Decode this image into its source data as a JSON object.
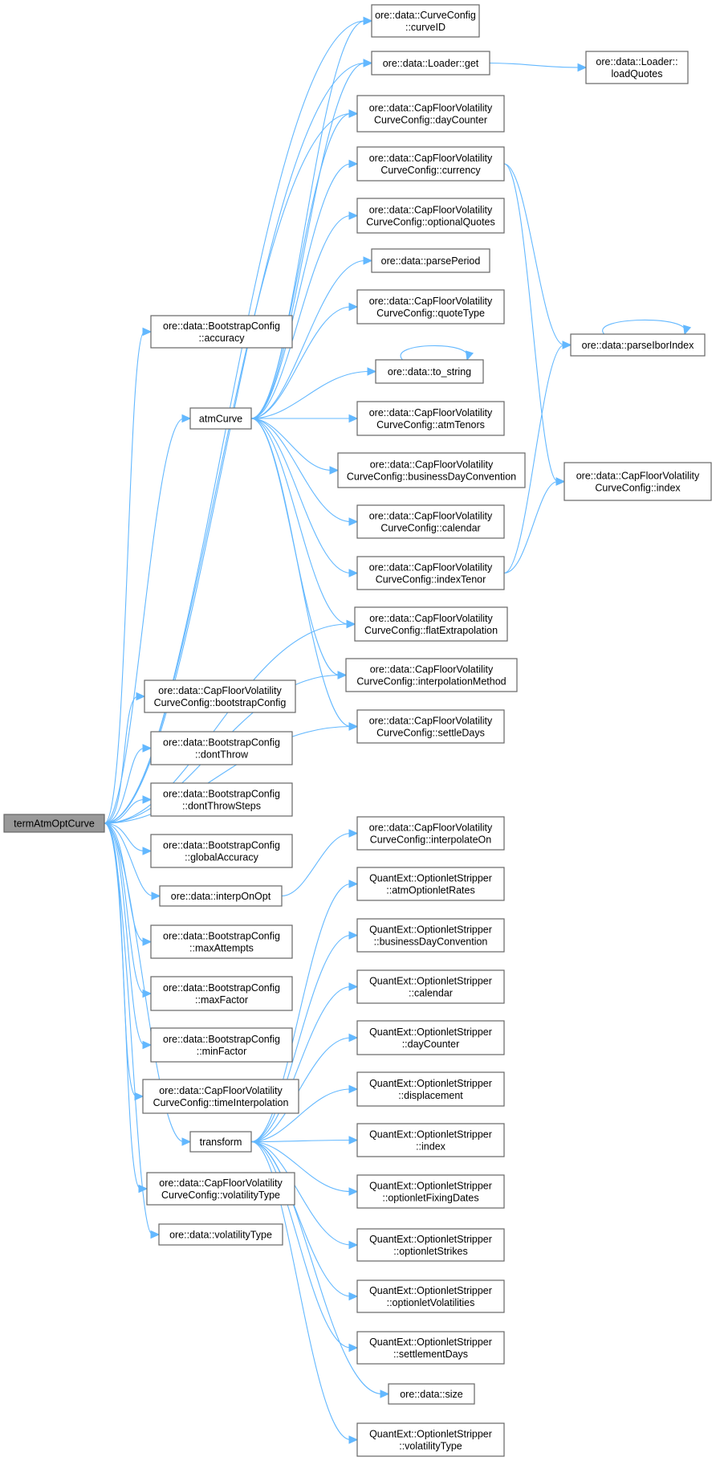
{
  "diagram": {
    "type": "call-graph",
    "edge_color": "#63b8ff",
    "root_fill": "#999999",
    "node_border": "#666666",
    "nodes": [
      {
        "id": "termAtmOptCurve",
        "lines": [
          "termAtmOptCurve"
        ],
        "root": true
      },
      {
        "id": "atmCurve",
        "lines": [
          "atmCurve"
        ]
      },
      {
        "id": "transform",
        "lines": [
          "transform"
        ]
      },
      {
        "id": "bc_accuracy",
        "lines": [
          "ore::data::BootstrapConfig",
          "::accuracy"
        ]
      },
      {
        "id": "cfvc_bootstrapConfig",
        "lines": [
          "ore::data::CapFloorVolatility",
          "CurveConfig::bootstrapConfig"
        ]
      },
      {
        "id": "bc_dontThrow",
        "lines": [
          "ore::data::BootstrapConfig",
          "::dontThrow"
        ]
      },
      {
        "id": "bc_dontThrowSteps",
        "lines": [
          "ore::data::BootstrapConfig",
          "::dontThrowSteps"
        ]
      },
      {
        "id": "bc_globalAccuracy",
        "lines": [
          "ore::data::BootstrapConfig",
          "::globalAccuracy"
        ]
      },
      {
        "id": "interpOnOpt",
        "lines": [
          "ore::data::interpOnOpt"
        ]
      },
      {
        "id": "bc_maxAttempts",
        "lines": [
          "ore::data::BootstrapConfig",
          "::maxAttempts"
        ]
      },
      {
        "id": "bc_maxFactor",
        "lines": [
          "ore::data::BootstrapConfig",
          "::maxFactor"
        ]
      },
      {
        "id": "bc_minFactor",
        "lines": [
          "ore::data::BootstrapConfig",
          "::minFactor"
        ]
      },
      {
        "id": "cfvc_timeInterpolation",
        "lines": [
          "ore::data::CapFloorVolatility",
          "CurveConfig::timeInterpolation"
        ]
      },
      {
        "id": "cfvc_volatilityType",
        "lines": [
          "ore::data::CapFloorVolatility",
          "CurveConfig::volatilityType"
        ]
      },
      {
        "id": "volatilityType",
        "lines": [
          "ore::data::volatilityType"
        ]
      },
      {
        "id": "cc_curveID",
        "lines": [
          "ore::data::CurveConfig",
          "::curveID"
        ]
      },
      {
        "id": "loader_get",
        "lines": [
          "ore::data::Loader::get"
        ]
      },
      {
        "id": "loader_loadQuotes",
        "lines": [
          "ore::data::Loader::",
          "loadQuotes"
        ]
      },
      {
        "id": "cfvc_dayCounter",
        "lines": [
          "ore::data::CapFloorVolatility",
          "CurveConfig::dayCounter"
        ]
      },
      {
        "id": "cfvc_currency",
        "lines": [
          "ore::data::CapFloorVolatility",
          "CurveConfig::currency"
        ]
      },
      {
        "id": "cfvc_optionalQuotes",
        "lines": [
          "ore::data::CapFloorVolatility",
          "CurveConfig::optionalQuotes"
        ]
      },
      {
        "id": "parsePeriod",
        "lines": [
          "ore::data::parsePeriod"
        ]
      },
      {
        "id": "cfvc_quoteType",
        "lines": [
          "ore::data::CapFloorVolatility",
          "CurveConfig::quoteType"
        ]
      },
      {
        "id": "to_string",
        "lines": [
          "ore::data::to_string"
        ]
      },
      {
        "id": "cfvc_atmTenors",
        "lines": [
          "ore::data::CapFloorVolatility",
          "CurveConfig::atmTenors"
        ]
      },
      {
        "id": "cfvc_businessDayConvention",
        "lines": [
          "ore::data::CapFloorVolatility",
          "CurveConfig::businessDayConvention"
        ]
      },
      {
        "id": "cfvc_calendar",
        "lines": [
          "ore::data::CapFloorVolatility",
          "CurveConfig::calendar"
        ]
      },
      {
        "id": "cfvc_indexTenor",
        "lines": [
          "ore::data::CapFloorVolatility",
          "CurveConfig::indexTenor"
        ]
      },
      {
        "id": "cfvc_flatExtrapolation",
        "lines": [
          "ore::data::CapFloorVolatility",
          "CurveConfig::flatExtrapolation"
        ]
      },
      {
        "id": "cfvc_interpolationMethod",
        "lines": [
          "ore::data::CapFloorVolatility",
          "CurveConfig::interpolationMethod"
        ]
      },
      {
        "id": "cfvc_settleDays",
        "lines": [
          "ore::data::CapFloorVolatility",
          "CurveConfig::settleDays"
        ]
      },
      {
        "id": "parseIborIndex",
        "lines": [
          "ore::data::parseIborIndex"
        ]
      },
      {
        "id": "cfvc_index",
        "lines": [
          "ore::data::CapFloorVolatility",
          "CurveConfig::index"
        ]
      },
      {
        "id": "cfvc_interpolateOn",
        "lines": [
          "ore::data::CapFloorVolatility",
          "CurveConfig::interpolateOn"
        ]
      },
      {
        "id": "os_atmOptionletRates",
        "lines": [
          "QuantExt::OptionletStripper",
          "::atmOptionletRates"
        ]
      },
      {
        "id": "os_businessDayConvention",
        "lines": [
          "QuantExt::OptionletStripper",
          "::businessDayConvention"
        ]
      },
      {
        "id": "os_calendar",
        "lines": [
          "QuantExt::OptionletStripper",
          "::calendar"
        ]
      },
      {
        "id": "os_dayCounter",
        "lines": [
          "QuantExt::OptionletStripper",
          "::dayCounter"
        ]
      },
      {
        "id": "os_displacement",
        "lines": [
          "QuantExt::OptionletStripper",
          "::displacement"
        ]
      },
      {
        "id": "os_index",
        "lines": [
          "QuantExt::OptionletStripper",
          "::index"
        ]
      },
      {
        "id": "os_optionletFixingDates",
        "lines": [
          "QuantExt::OptionletStripper",
          "::optionletFixingDates"
        ]
      },
      {
        "id": "os_optionletStrikes",
        "lines": [
          "QuantExt::OptionletStripper",
          "::optionletStrikes"
        ]
      },
      {
        "id": "os_optionletVolatilities",
        "lines": [
          "QuantExt::OptionletStripper",
          "::optionletVolatilities"
        ]
      },
      {
        "id": "os_settlementDays",
        "lines": [
          "QuantExt::OptionletStripper",
          "::settlementDays"
        ]
      },
      {
        "id": "size",
        "lines": [
          "ore::data::size"
        ]
      },
      {
        "id": "os_volatilityType",
        "lines": [
          "QuantExt::OptionletStripper",
          "::volatilityType"
        ]
      }
    ],
    "edges": [
      [
        "termAtmOptCurve",
        "bc_accuracy"
      ],
      [
        "termAtmOptCurve",
        "atmCurve"
      ],
      [
        "termAtmOptCurve",
        "cc_curveID"
      ],
      [
        "termAtmOptCurve",
        "loader_get"
      ],
      [
        "termAtmOptCurve",
        "cfvc_dayCounter"
      ],
      [
        "termAtmOptCurve",
        "cfvc_flatExtrapolation"
      ],
      [
        "termAtmOptCurve",
        "cfvc_interpolationMethod"
      ],
      [
        "termAtmOptCurve",
        "cfvc_settleDays"
      ],
      [
        "termAtmOptCurve",
        "cfvc_bootstrapConfig"
      ],
      [
        "termAtmOptCurve",
        "bc_dontThrow"
      ],
      [
        "termAtmOptCurve",
        "bc_dontThrowSteps"
      ],
      [
        "termAtmOptCurve",
        "bc_globalAccuracy"
      ],
      [
        "termAtmOptCurve",
        "interpOnOpt"
      ],
      [
        "termAtmOptCurve",
        "bc_maxAttempts"
      ],
      [
        "termAtmOptCurve",
        "bc_maxFactor"
      ],
      [
        "termAtmOptCurve",
        "bc_minFactor"
      ],
      [
        "termAtmOptCurve",
        "cfvc_timeInterpolation"
      ],
      [
        "termAtmOptCurve",
        "transform"
      ],
      [
        "termAtmOptCurve",
        "cfvc_volatilityType"
      ],
      [
        "termAtmOptCurve",
        "volatilityType"
      ],
      [
        "atmCurve",
        "cc_curveID"
      ],
      [
        "atmCurve",
        "loader_get"
      ],
      [
        "atmCurve",
        "cfvc_dayCounter"
      ],
      [
        "atmCurve",
        "cfvc_currency"
      ],
      [
        "atmCurve",
        "cfvc_optionalQuotes"
      ],
      [
        "atmCurve",
        "parsePeriod"
      ],
      [
        "atmCurve",
        "cfvc_quoteType"
      ],
      [
        "atmCurve",
        "to_string"
      ],
      [
        "atmCurve",
        "cfvc_atmTenors"
      ],
      [
        "atmCurve",
        "cfvc_businessDayConvention"
      ],
      [
        "atmCurve",
        "cfvc_calendar"
      ],
      [
        "atmCurve",
        "cfvc_indexTenor"
      ],
      [
        "atmCurve",
        "cfvc_flatExtrapolation"
      ],
      [
        "atmCurve",
        "cfvc_interpolationMethod"
      ],
      [
        "atmCurve",
        "cfvc_settleDays"
      ],
      [
        "loader_get",
        "loader_loadQuotes"
      ],
      [
        "cfvc_currency",
        "parseIborIndex"
      ],
      [
        "cfvc_currency",
        "cfvc_index"
      ],
      [
        "cfvc_indexTenor",
        "parseIborIndex"
      ],
      [
        "cfvc_indexTenor",
        "cfvc_index"
      ],
      [
        "to_string",
        "to_string"
      ],
      [
        "parseIborIndex",
        "parseIborIndex"
      ],
      [
        "interpOnOpt",
        "cfvc_interpolateOn"
      ],
      [
        "transform",
        "os_atmOptionletRates"
      ],
      [
        "transform",
        "os_businessDayConvention"
      ],
      [
        "transform",
        "os_calendar"
      ],
      [
        "transform",
        "os_dayCounter"
      ],
      [
        "transform",
        "os_displacement"
      ],
      [
        "transform",
        "os_index"
      ],
      [
        "transform",
        "os_optionletFixingDates"
      ],
      [
        "transform",
        "os_optionletStrikes"
      ],
      [
        "transform",
        "os_optionletVolatilities"
      ],
      [
        "transform",
        "os_settlementDays"
      ],
      [
        "transform",
        "size"
      ],
      [
        "transform",
        "os_volatilityType"
      ]
    ]
  }
}
